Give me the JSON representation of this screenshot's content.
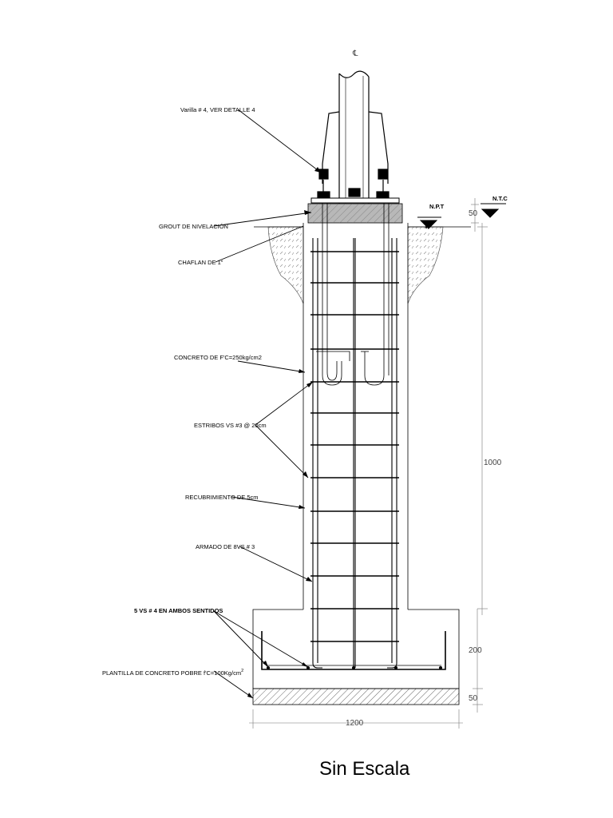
{
  "symbols": {
    "centerline": "℄",
    "icons": [
      "centerline-icon",
      "level-marker-icon",
      "arrow-icon"
    ]
  },
  "labels": {
    "varilla": "Varilla # 4, VER DETALLE 4",
    "grout": "GROUT DE NIVELACIÓN",
    "chaflan": "CHAFLAN DE 1\"",
    "concreto": "CONCRETO DE F'C=250kg/cm2",
    "estribos": "ESTRIBOS  VS #3 @ 20cm",
    "recubrimiento": "RECUBRIMIENTO DE 5cm",
    "armado": "ARMADO DE 8VS # 3",
    "vs4": "5 VS # 4 EN AMBOS SENTIDOS",
    "plantilla": "PLANTILLA DE CONCRETO POBRE f'C=100Kg/cm",
    "plantilla_sup": "2",
    "npt": "N.P.T",
    "ntc": "N.T.C"
  },
  "dimensions": {
    "d50_top": "50",
    "d1000": "1000",
    "d200": "200",
    "d50_bottom": "50",
    "d1200": "1200"
  },
  "title": "Sin Escala",
  "colors": {
    "line": "#000000",
    "dimension": "#777777",
    "hatch": "#555555",
    "grout_fill": "#b8b8b8"
  }
}
